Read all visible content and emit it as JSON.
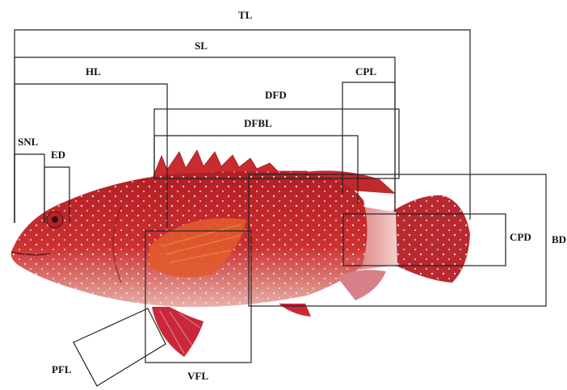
{
  "labels": {
    "tl": "TL",
    "sl": "SL",
    "hl": "HL",
    "cpl": "CPL",
    "dfd": "DFD",
    "dfbl": "DFBL",
    "snl": "SNL",
    "ed": "ED",
    "cpd": "CPD",
    "bd": "BD",
    "pfl": "PFL",
    "vfl": "VFL"
  },
  "colors": {
    "body": "#c8282c",
    "body_dark": "#a81c22",
    "belly": "#e8b8b0",
    "spots": "#f2e8ea",
    "fin": "#d8403c",
    "line": "#222222"
  }
}
